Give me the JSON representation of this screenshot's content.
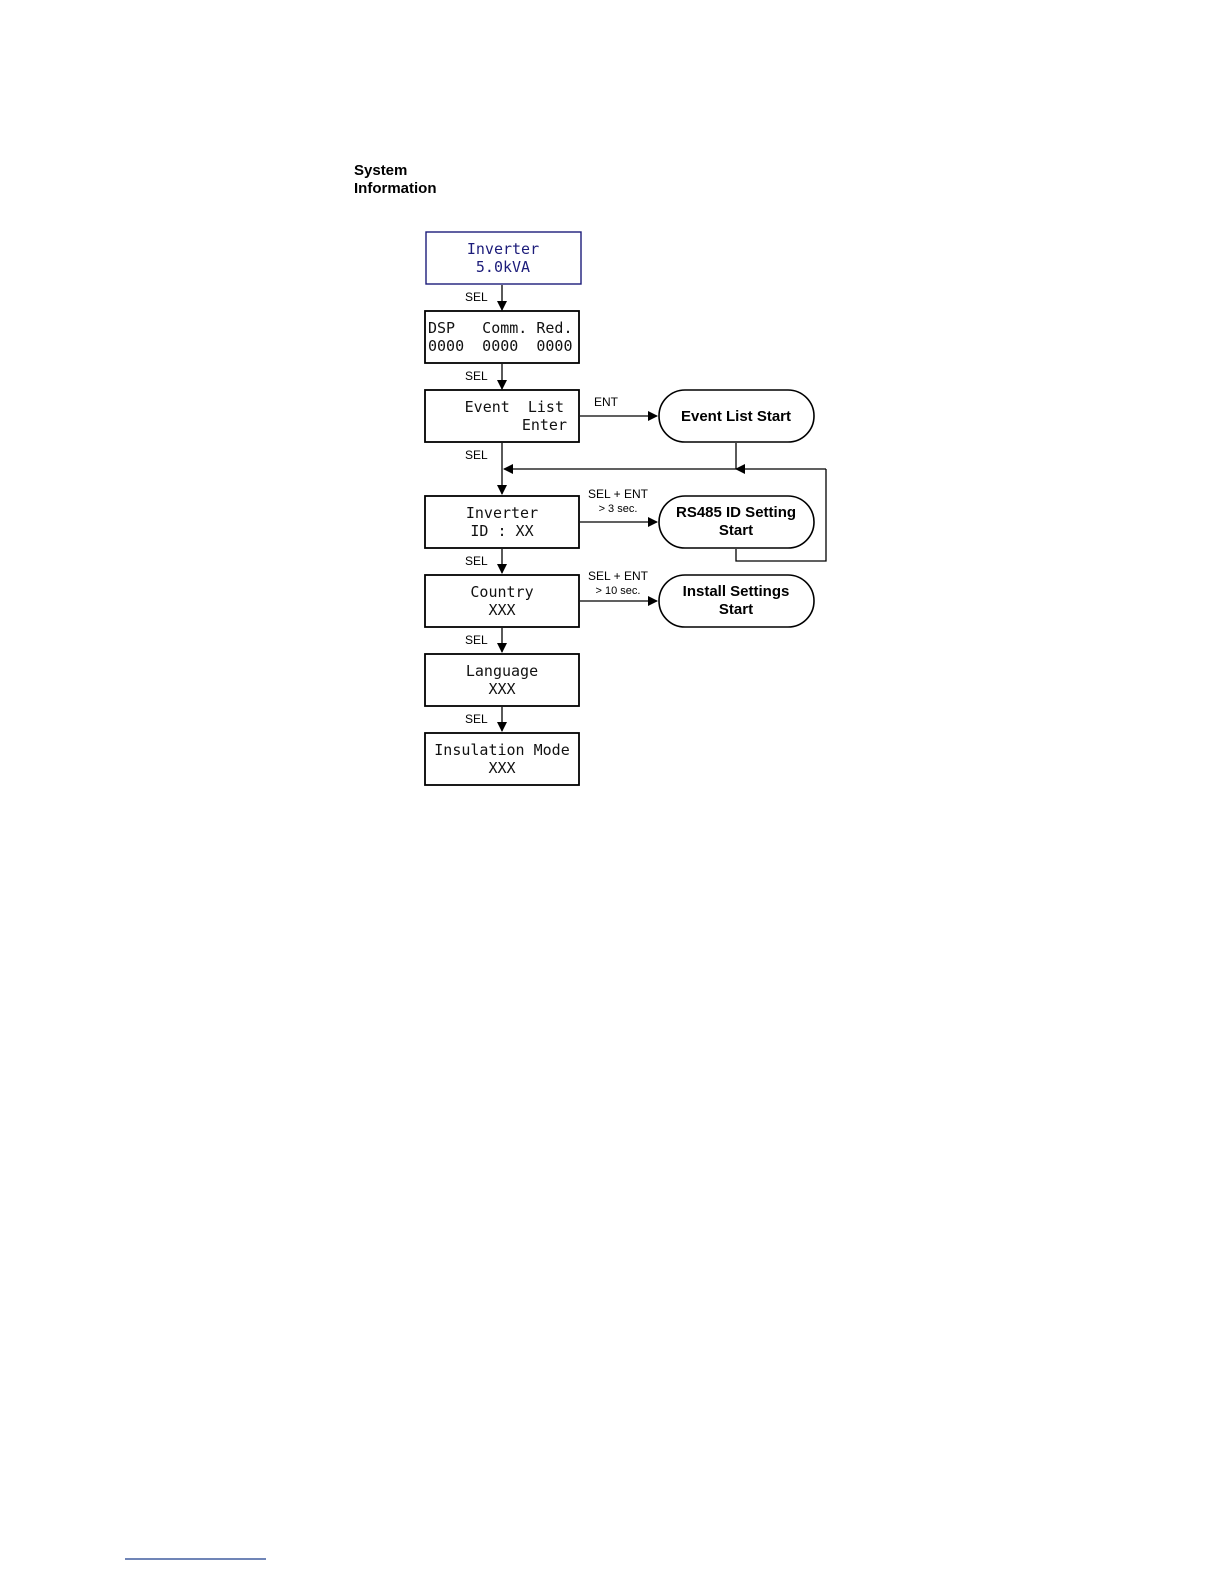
{
  "section_title": [
    "System",
    "Information"
  ],
  "screens": [
    {
      "id": "model",
      "lines": [
        "Inverter",
        "5.0kVA"
      ]
    },
    {
      "id": "firmware",
      "lines": [
        "DSP   Comm. Red.",
        "0000  0000  0000"
      ]
    },
    {
      "id": "event-list",
      "lines": [
        "Event  List",
        "Enter"
      ]
    },
    {
      "id": "inverter-id",
      "lines": [
        "Inverter",
        "ID : XX"
      ]
    },
    {
      "id": "country",
      "lines": [
        "Country",
        "XXX"
      ]
    },
    {
      "id": "language",
      "lines": [
        "Language",
        "XXX"
      ]
    },
    {
      "id": "insulation-mode",
      "lines": [
        "Insulation Mode",
        "XXX"
      ]
    }
  ],
  "sel_label": "SEL",
  "terminals": [
    {
      "id": "event-list-start",
      "lines": [
        "Event List Start"
      ],
      "key": [
        "ENT"
      ]
    },
    {
      "id": "rs485-id-setting-start",
      "lines": [
        "RS485 ID Setting",
        "Start"
      ],
      "key": [
        "SEL + ENT",
        "> 3 sec."
      ]
    },
    {
      "id": "install-settings-start",
      "lines": [
        "Install Settings",
        "Start"
      ],
      "key": [
        "SEL + ENT",
        "> 10 sec."
      ]
    }
  ]
}
